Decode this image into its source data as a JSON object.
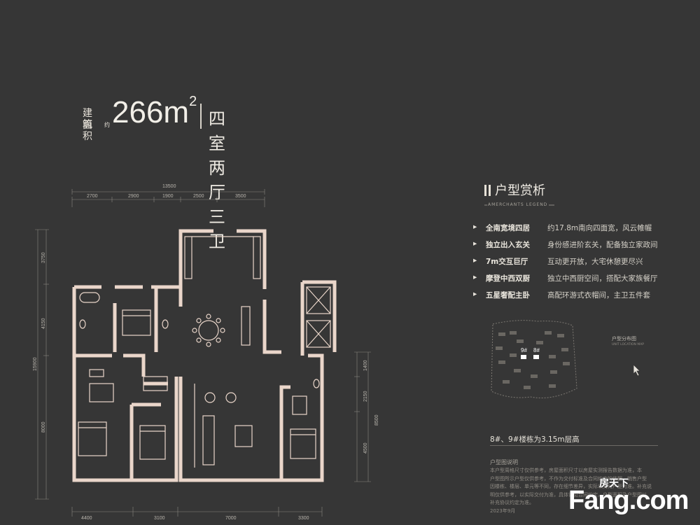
{
  "header": {
    "label_line1": "建筑",
    "label_line2": "面积",
    "label_mark": "约",
    "area": "266m",
    "area_sup": "2",
    "unit_type": "四室两厅三卫"
  },
  "dimensions": {
    "top_total": "13500",
    "top": [
      "2700",
      "2900",
      "1900",
      "2500",
      "3500"
    ],
    "bottom": [
      "4400",
      "3100",
      "7000",
      "3300"
    ],
    "left": [
      "3750",
      "4150",
      "8000"
    ],
    "left_total": "15900",
    "right": [
      "1400",
      "2150",
      "4500"
    ],
    "right_total": "8500"
  },
  "legend": {
    "title": "户型赏析",
    "subtitle": "AMERCHANTS LEGEND",
    "features": [
      {
        "key": "全南宽境四居",
        "value": "约17.8m南向四面宽，风云帷幄"
      },
      {
        "key": "独立出入玄关",
        "value": "身份感进阶玄关，配备独立家政间"
      },
      {
        "key": "7m交互巨厅",
        "value": "互动更开放，大宅休憩更尽兴"
      },
      {
        "key": "摩登中西双厨",
        "value": "独立中西厨空间，搭配大家族餐厅"
      },
      {
        "key": "五星奢配主卧",
        "value": "高配环游式衣帽间，主卫五件套"
      }
    ]
  },
  "location_map": {
    "title": "户型分布图",
    "subtitle": "UNIT LOCATION MAP",
    "buildings": [
      "9#",
      "8#"
    ]
  },
  "floor_note": "8#、9#楼栋为3.15m层高",
  "notes": {
    "title": "户型图说明",
    "lines": [
      "本户型周格尺寸仅供参考，房屋面积尺寸以房屋实测报告数据为准，本",
      "户型图所示户型仅供参考，不作为交付标准及合同约定的依据，销售户型",
      "因楼栋、楼层、单元等不同，存在细节差异，实际以交付户型为准。补充说",
      "明仅供参考，以实际交付为准，具体详见合同约定，户型面积及户型图以",
      "补充协议约定为准。",
      "2023年9月"
    ]
  },
  "watermark": {
    "brand": "Fang.com",
    "cn": "房天下"
  },
  "colors": {
    "background": "#363636",
    "walls": "#e9d4c8",
    "text": "#e8e4dc"
  }
}
